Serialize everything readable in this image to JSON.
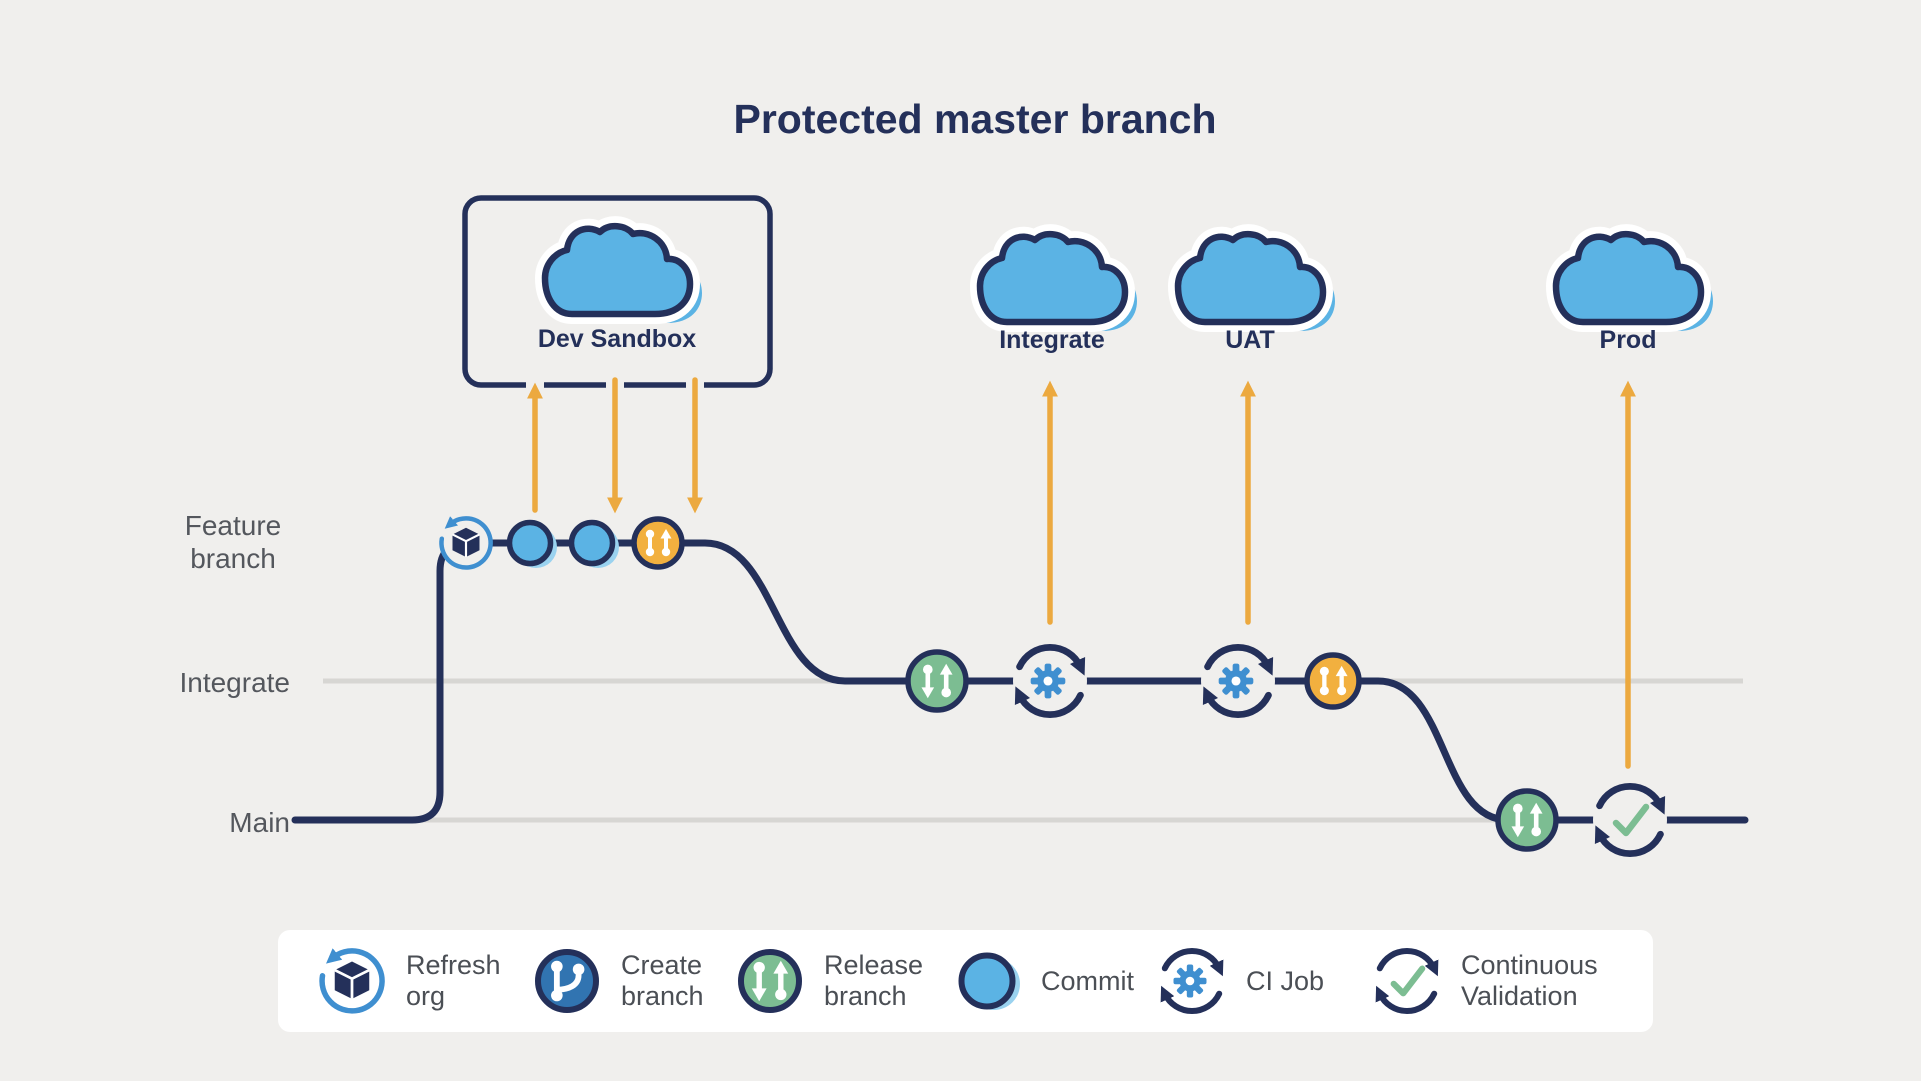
{
  "title": "Protected master branch",
  "colors": {
    "bg": "#f0efed",
    "navy": "#24305a",
    "blue": "#5bb3e4",
    "blue-mid": "#3174b1",
    "blue-arc": "#3f8fd0",
    "blue-shadow": "#9ad2ef",
    "orange": "#f2b03f",
    "arrow": "#eca93f",
    "green": "#7cbd92",
    "lane-gray": "#d7d6d3",
    "label-gray": "#54575d",
    "legend-text": "#4b4f55",
    "white": "#ffffff"
  },
  "sandbox": {
    "label": "Dev Sandbox"
  },
  "clouds": {
    "integrate": "Integrate",
    "uat": "UAT",
    "prod": "Prod"
  },
  "lanes": {
    "feature_line1": "Feature",
    "feature_line2": "branch",
    "integrate": "Integrate",
    "main": "Main"
  },
  "legend": {
    "items": [
      {
        "icon": "refresh-org-icon",
        "line1": "Refresh",
        "line2": "org"
      },
      {
        "icon": "create-branch-icon",
        "line1": "Create",
        "line2": "branch"
      },
      {
        "icon": "release-branch-icon",
        "line1": "Release",
        "line2": "branch"
      },
      {
        "icon": "commit-icon",
        "line1": "Commit",
        "line2": ""
      },
      {
        "icon": "ci-job-icon",
        "line1": "CI Job",
        "line2": ""
      },
      {
        "icon": "continuous-validation-icon",
        "line1": "Continuous",
        "line2": "Validation"
      }
    ]
  }
}
